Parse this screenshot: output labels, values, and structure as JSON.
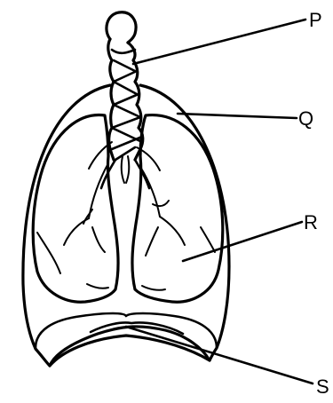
{
  "labels": {
    "P": "P",
    "Q": "Q",
    "R": "R",
    "S": "S"
  },
  "colors": {
    "ink": "#000000",
    "background": "#ffffff"
  }
}
